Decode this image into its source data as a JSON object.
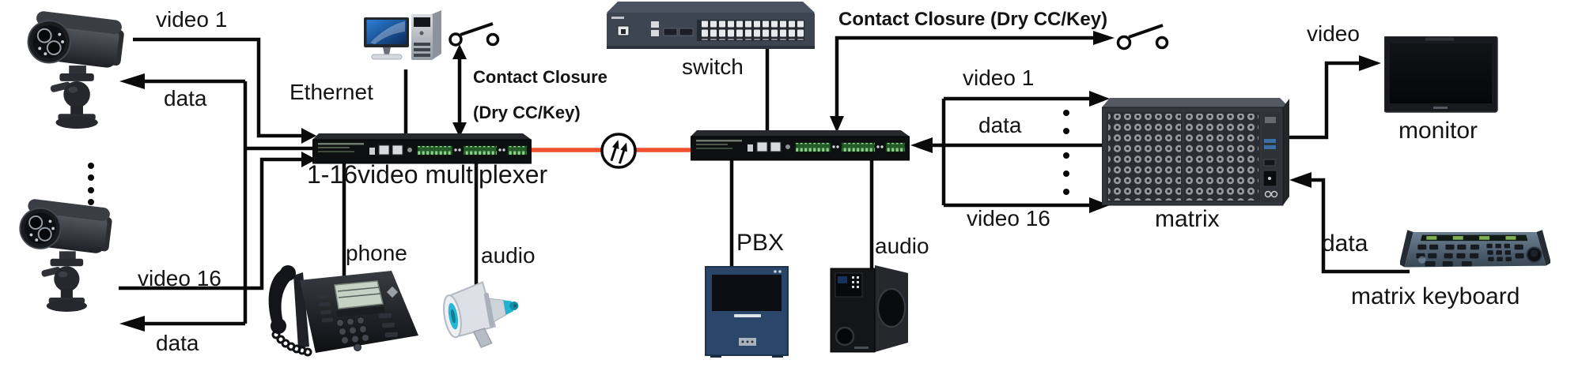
{
  "diagram_type": "fiber video multiplexer system connection diagram",
  "colors": {
    "line": "#0a0a0a",
    "fiber_link": "#f0512c",
    "background": "#ffffff"
  },
  "labels": {
    "camera1_video": "video 1",
    "camera1_data": "data",
    "camera16_video": "video 16",
    "camera16_data": "data",
    "ethernet": "Ethernet",
    "contact_closure_left_line1": "Contact Closure",
    "contact_closure_left_line2": "(Dry CC/Key)",
    "multiplexer": "1-16video multiplexer",
    "network_switch": "switch",
    "contact_closure_right": "Contact Closure (Dry CC/Key)",
    "matrix_video1": "video 1",
    "matrix_data": "data",
    "matrix_video16": "video 16",
    "pbx": "PBX",
    "audio_right": "audio",
    "phone": "phone",
    "audio_left": "audio",
    "monitor_video": "video",
    "monitor": "monitor",
    "matrix": "matrix",
    "keyboard_data": "data",
    "matrix_keyboard": "matrix keyboard"
  },
  "icons": [
    "cctv-camera-icon",
    "desktop-computer-icon",
    "contact-switch-icon",
    "ethernet-switch-icon",
    "video-multiplexer-icon",
    "fiber-optic-icon",
    "video-matrix-icon",
    "monitor-icon",
    "matrix-keyboard-icon",
    "pbx-icon",
    "speaker-icon",
    "ip-phone-icon",
    "megaphone-icon"
  ]
}
